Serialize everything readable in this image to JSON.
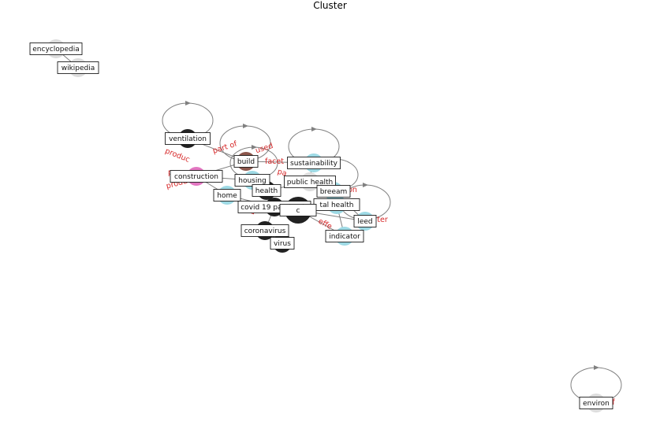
{
  "title": "Cluster",
  "colors": {
    "edge": "#808080",
    "edge_label": "#d62728",
    "black": "#222222",
    "lightblue": "#9edae5",
    "brown": "#8c564b",
    "pink": "#e377c2",
    "lightgray": "#dddddd"
  },
  "nodes": [
    {
      "id": "encyclopedia",
      "label": "encyclopedia",
      "color": "lightgray"
    },
    {
      "id": "wikipedia",
      "label": "wikipedia",
      "color": "lightgray"
    },
    {
      "id": "ventilation",
      "label": "ventilation",
      "color": "black"
    },
    {
      "id": "build",
      "label": "build",
      "color": "brown"
    },
    {
      "id": "sustainability",
      "label": "sustainability",
      "color": "lightblue"
    },
    {
      "id": "construction",
      "label": "construction",
      "color": "pink"
    },
    {
      "id": "housing",
      "label": "housing",
      "color": "lightblue"
    },
    {
      "id": "public-health",
      "label": "public health",
      "color": "lightgray"
    },
    {
      "id": "health",
      "label": "health",
      "color": "black"
    },
    {
      "id": "breeam",
      "label": "breeam",
      "color": "lightblue"
    },
    {
      "id": "home",
      "label": "home",
      "color": "lightblue"
    },
    {
      "id": "environmental-health",
      "label": "tal health",
      "color": "lightblue"
    },
    {
      "id": "covid-19-pandemic",
      "label": "covid 19 pandemic",
      "color": "black"
    },
    {
      "id": "epidemic",
      "label": "c",
      "color": "black"
    },
    {
      "id": "leed",
      "label": "leed",
      "color": "lightblue"
    },
    {
      "id": "coronavirus",
      "label": "coronavirus",
      "color": "black"
    },
    {
      "id": "indicator",
      "label": "indicator",
      "color": "lightblue"
    },
    {
      "id": "virus",
      "label": "virus",
      "color": "black"
    },
    {
      "id": "environ",
      "label": "environ",
      "color": "lightgray"
    }
  ],
  "edges": [
    {
      "from": "encyclopedia",
      "to": "wikipedia"
    },
    {
      "from": "ventilation",
      "to": "ventilation",
      "loop": true
    },
    {
      "from": "build",
      "to": "build",
      "loop": true
    },
    {
      "from": "sustainability",
      "to": "sustainability",
      "loop": true
    },
    {
      "from": "public-health",
      "to": "public-health",
      "loop": true
    },
    {
      "from": "leed",
      "to": "leed",
      "loop": true
    },
    {
      "from": "housing",
      "to": "housing",
      "loop": true
    },
    {
      "from": "environ",
      "to": "environ",
      "loop": true
    },
    {
      "from": "ventilation",
      "to": "build"
    },
    {
      "from": "construction",
      "to": "build"
    },
    {
      "from": "construction",
      "to": "housing"
    },
    {
      "from": "construction",
      "to": "home"
    },
    {
      "from": "build",
      "to": "sustainability"
    },
    {
      "from": "housing",
      "to": "health"
    },
    {
      "from": "home",
      "to": "covid-19-pandemic"
    },
    {
      "from": "health",
      "to": "public-health"
    },
    {
      "from": "public-health",
      "to": "breeam"
    },
    {
      "from": "covid-19-pandemic",
      "to": "epidemic"
    },
    {
      "from": "coronavirus",
      "to": "covid-19-pandemic"
    },
    {
      "from": "virus",
      "to": "coronavirus"
    },
    {
      "from": "epidemic",
      "to": "indicator"
    },
    {
      "from": "epidemic",
      "to": "leed"
    },
    {
      "from": "environmental-health",
      "to": "indicator"
    },
    {
      "from": "breeam",
      "to": "leed"
    }
  ],
  "edge_labels": [
    {
      "id": "el-1",
      "text": "part of",
      "rotate": -18
    },
    {
      "id": "el-2",
      "text": "used",
      "rotate": -18
    },
    {
      "id": "el-3",
      "text": "produc",
      "rotate": 22
    },
    {
      "id": "el-4",
      "text": "facet",
      "rotate": 0
    },
    {
      "id": "el-5",
      "text": "p",
      "rotate": 0
    },
    {
      "id": "el-6",
      "text": "produ",
      "rotate": -15
    },
    {
      "id": "el-7",
      "text": "pa",
      "rotate": 15
    },
    {
      "id": "el-8",
      "text": "on",
      "rotate": 0
    },
    {
      "id": "el-9",
      "text": "cted",
      "rotate": 28
    },
    {
      "id": "el-10",
      "text": "effe",
      "rotate": 28
    },
    {
      "id": "el-11",
      "text": "ter",
      "rotate": 0
    },
    {
      "id": "el-12",
      "text": "in",
      "rotate": 0
    },
    {
      "id": "el-13",
      "text": "f",
      "rotate": 0
    }
  ]
}
